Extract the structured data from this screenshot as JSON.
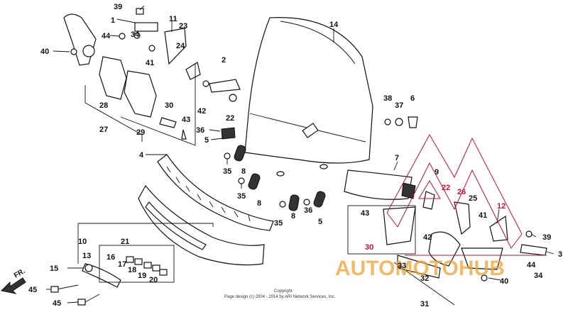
{
  "diagram": {
    "callouts": [
      {
        "id": "c39a",
        "text": "39"
      },
      {
        "id": "c1",
        "text": "1"
      },
      {
        "id": "c11",
        "text": "11"
      },
      {
        "id": "c23",
        "text": "23"
      },
      {
        "id": "c44a",
        "text": "44"
      },
      {
        "id": "c34a",
        "text": "34"
      },
      {
        "id": "c40a",
        "text": "40"
      },
      {
        "id": "c24",
        "text": "24"
      },
      {
        "id": "c41a",
        "text": "41"
      },
      {
        "id": "c2",
        "text": "2"
      },
      {
        "id": "c28",
        "text": "28"
      },
      {
        "id": "c27",
        "text": "27"
      },
      {
        "id": "c30",
        "text": "30"
      },
      {
        "id": "c43a",
        "text": "43"
      },
      {
        "id": "c29",
        "text": "29"
      },
      {
        "id": "c42a",
        "text": "42"
      },
      {
        "id": "c22a",
        "text": "22"
      },
      {
        "id": "c36a",
        "text": "36"
      },
      {
        "id": "c5a",
        "text": "5"
      },
      {
        "id": "c14",
        "text": "14"
      },
      {
        "id": "c38",
        "text": "38"
      },
      {
        "id": "c37",
        "text": "37"
      },
      {
        "id": "c6",
        "text": "6"
      },
      {
        "id": "c4",
        "text": "4"
      },
      {
        "id": "c35a",
        "text": "35"
      },
      {
        "id": "c8a",
        "text": "8"
      },
      {
        "id": "c35b",
        "text": "35"
      },
      {
        "id": "c8b",
        "text": "8"
      },
      {
        "id": "c7",
        "text": "7"
      },
      {
        "id": "c8c",
        "text": "8"
      },
      {
        "id": "c36b",
        "text": "36"
      },
      {
        "id": "c35c",
        "text": "35"
      },
      {
        "id": "c5b",
        "text": "5"
      },
      {
        "id": "c43b",
        "text": "43"
      },
      {
        "id": "c9",
        "text": "9"
      },
      {
        "id": "c22b",
        "text": "22"
      },
      {
        "id": "c26",
        "text": "26"
      },
      {
        "id": "c25",
        "text": "25"
      },
      {
        "id": "c41b",
        "text": "41"
      },
      {
        "id": "c12",
        "text": "12"
      },
      {
        "id": "c10",
        "text": "10"
      },
      {
        "id": "c21",
        "text": "21"
      },
      {
        "id": "c42b",
        "text": "42"
      },
      {
        "id": "c39b",
        "text": "39"
      },
      {
        "id": "c30b",
        "text": "30"
      },
      {
        "id": "c13",
        "text": "13"
      },
      {
        "id": "c16",
        "text": "16"
      },
      {
        "id": "c17",
        "text": "17"
      },
      {
        "id": "c18",
        "text": "18"
      },
      {
        "id": "c19",
        "text": "19"
      },
      {
        "id": "c20",
        "text": "20"
      },
      {
        "id": "c15",
        "text": "15"
      },
      {
        "id": "c33",
        "text": "33"
      },
      {
        "id": "c3",
        "text": "3"
      },
      {
        "id": "c44b",
        "text": "44"
      },
      {
        "id": "c34b",
        "text": "34"
      },
      {
        "id": "c40b",
        "text": "40"
      },
      {
        "id": "c32",
        "text": "32"
      },
      {
        "id": "c31",
        "text": "31"
      },
      {
        "id": "c45a",
        "text": "45"
      },
      {
        "id": "c45b",
        "text": "45"
      }
    ],
    "direction_label": "FR.",
    "copyright_line1": "Copyright",
    "copyright_line2": "Page design (c) 2004 - 2014 by ARI Network Services, Inc.",
    "watermark_text": "AUTOMOTOHUB"
  },
  "colors": {
    "ink": "#111111",
    "watermark_red": "#c8102e",
    "watermark_orange": "#e8a53a"
  }
}
